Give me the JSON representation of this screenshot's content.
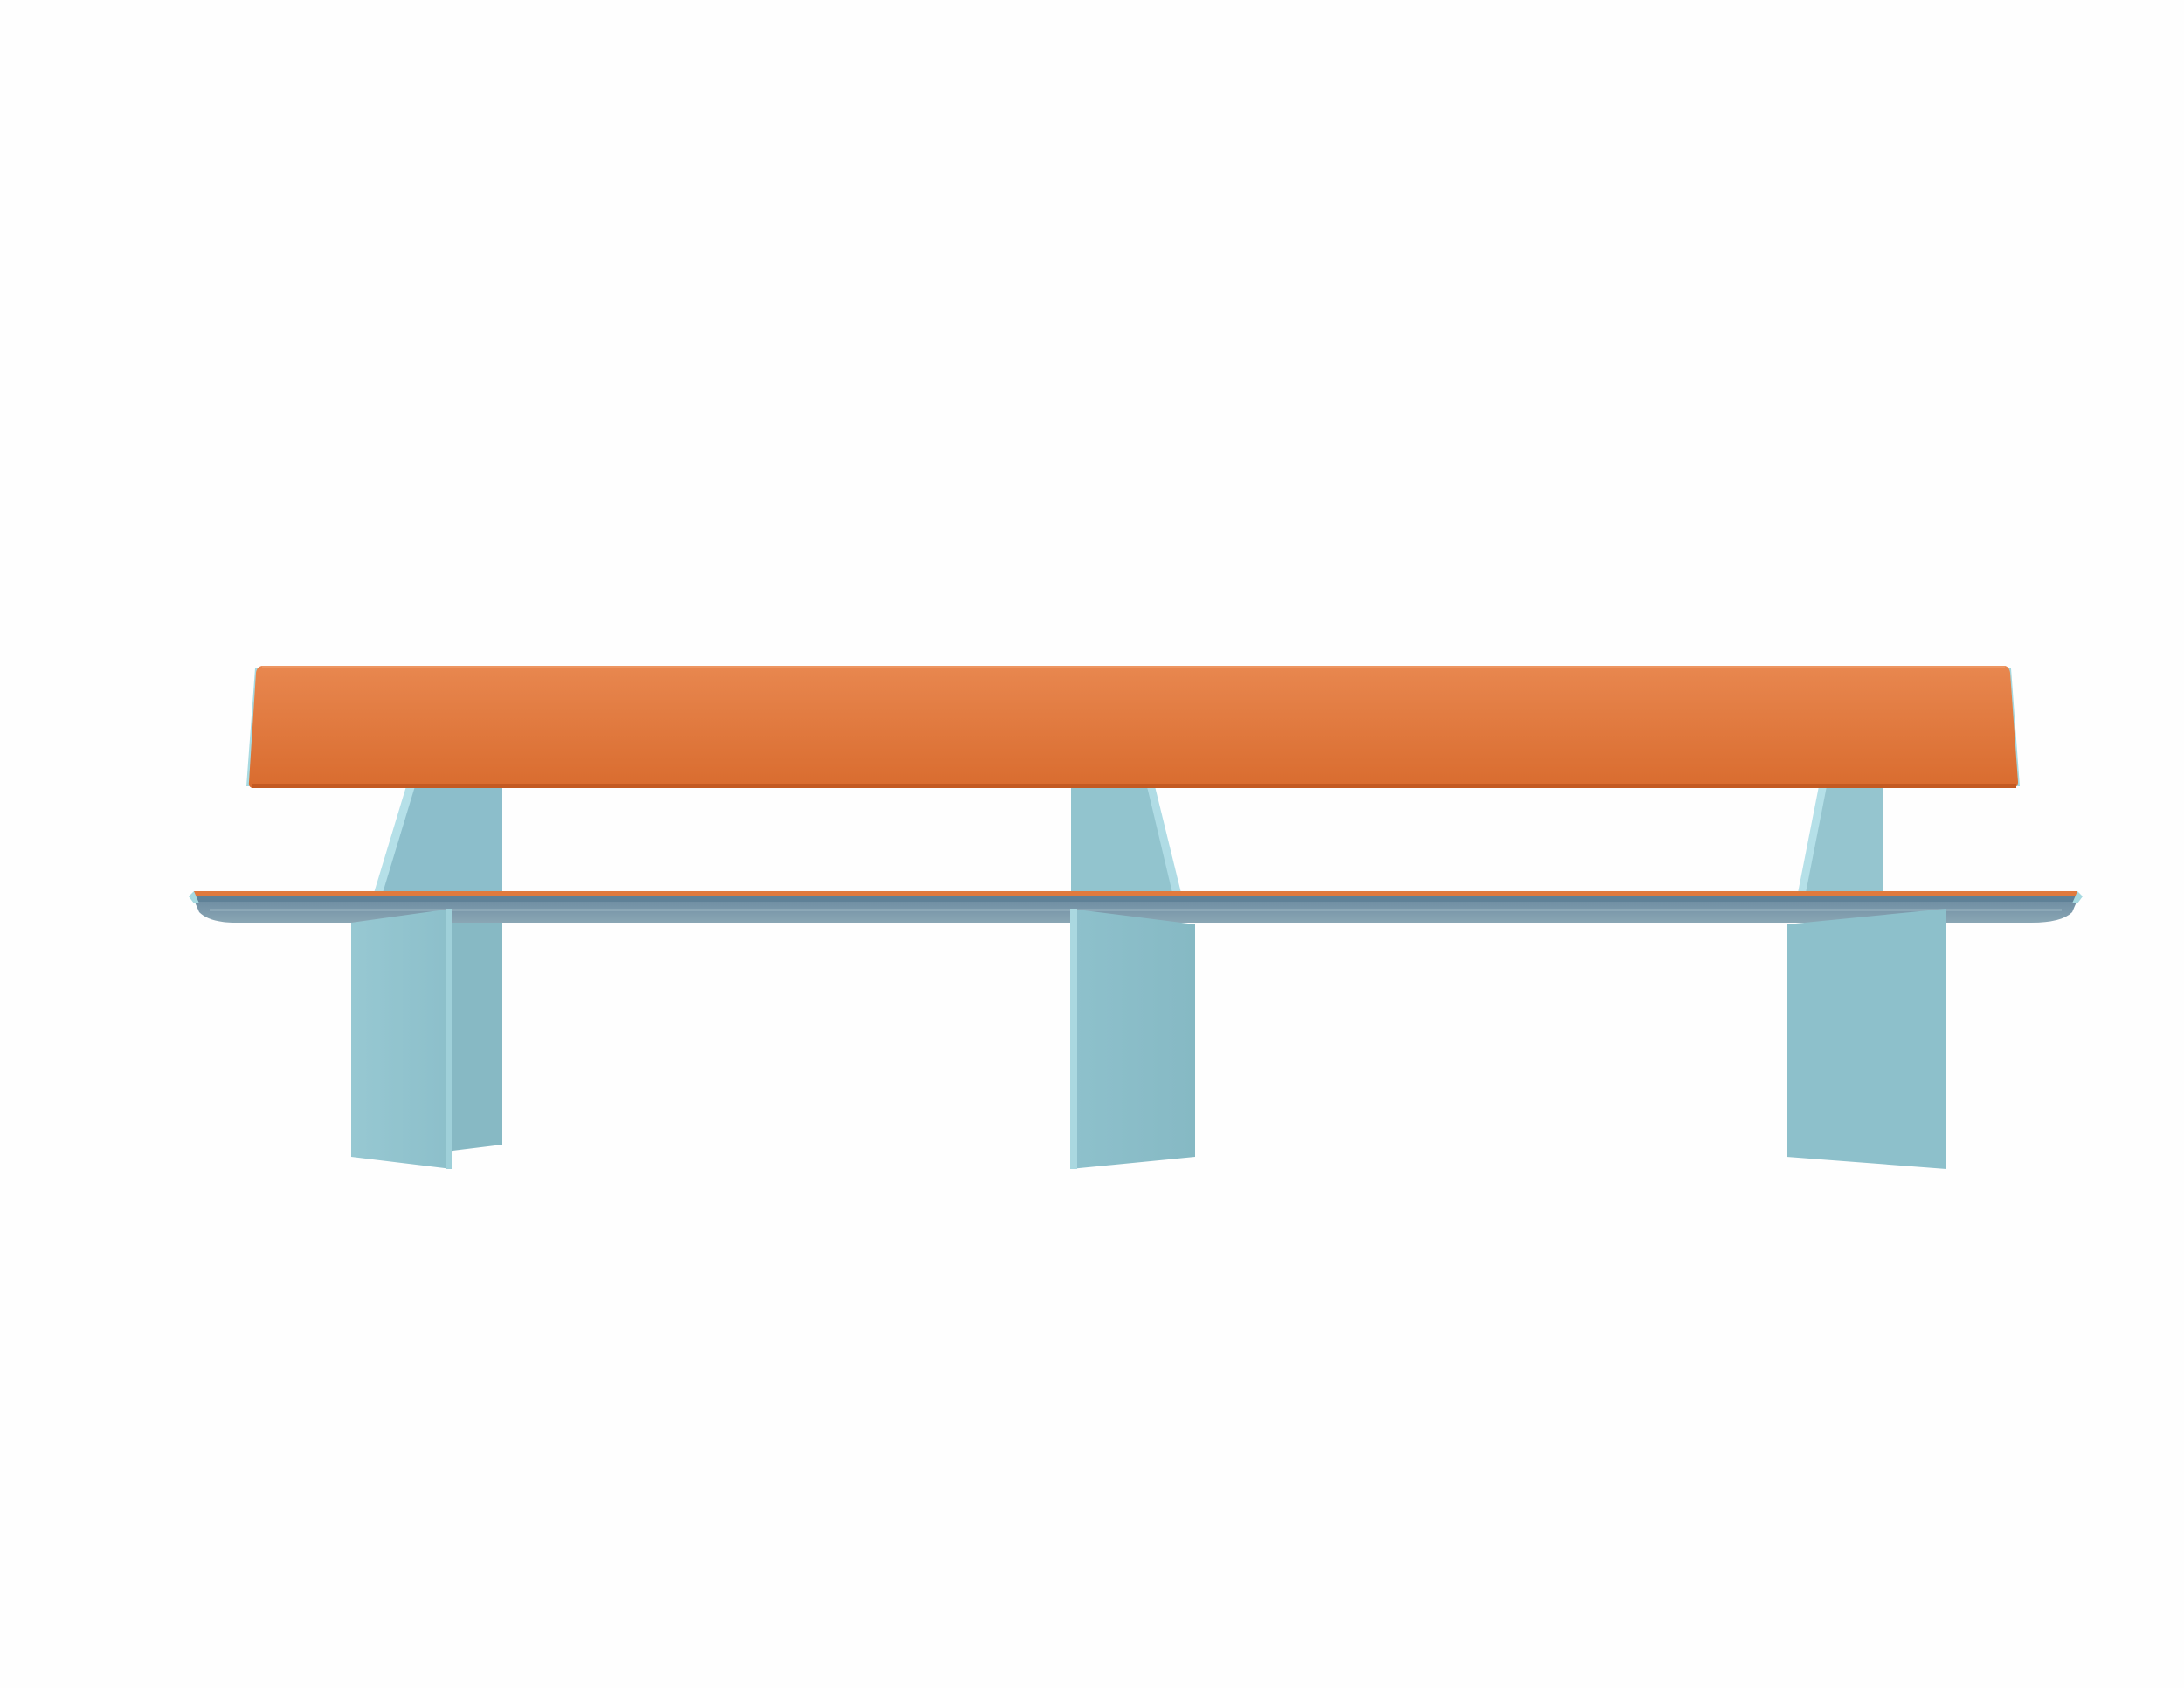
{
  "scene": {
    "subject": "bench",
    "colors": {
      "background": "#fefefe",
      "backrest_top": "#e8874f",
      "backrest_bottom": "#d96c2f",
      "backrest_edge": "#c75a22",
      "backrest_side": "#a6d9e0",
      "seat_top": "#e07a3e",
      "seat_edge": "#6f8da0",
      "seat_underside": "#7c98a8",
      "leg_light": "#95c6d0",
      "leg_mid": "#8cbfca",
      "leg_dark": "#84b6c1",
      "leg_highlight": "#b5e0e8"
    },
    "parts": {
      "backrest_count": 1,
      "seat_count": 1,
      "backrest_supports": 3,
      "legs": 3
    }
  }
}
